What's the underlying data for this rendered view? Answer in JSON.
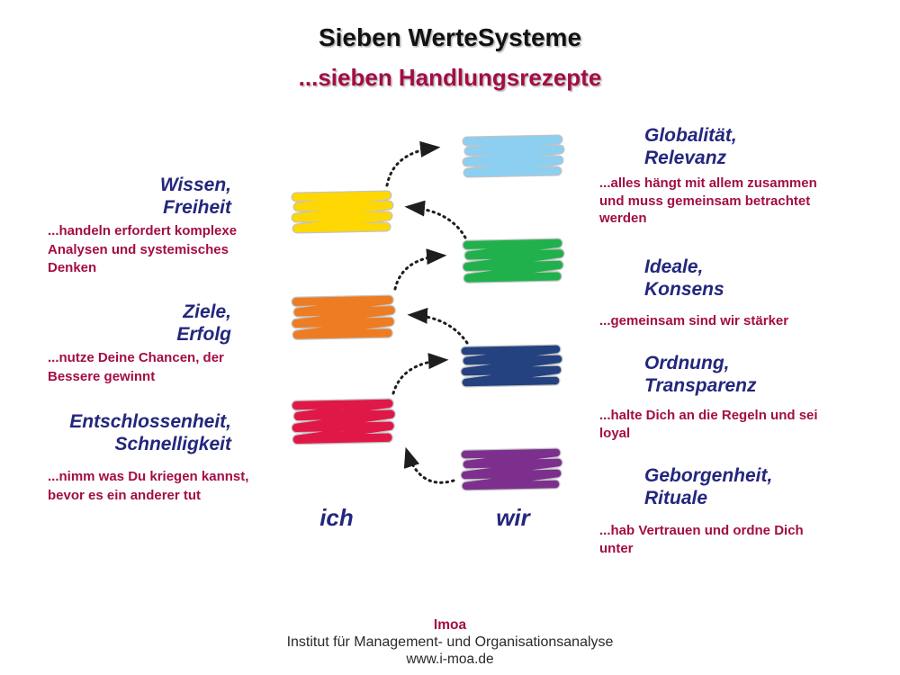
{
  "header": {
    "title": "Sieben WerteSysteme",
    "subtitle": "...sieben Handlungsrezepte"
  },
  "left_items": [
    {
      "title": [
        "Wissen,",
        "Freiheit"
      ],
      "desc": [
        "...handeln erfordert komplexe",
        "Analysen und systemisches",
        "Denken"
      ]
    },
    {
      "title": [
        "Ziele,",
        "Erfolg"
      ],
      "desc": [
        "...nutze Deine Chancen, der",
        "Bessere gewinnt"
      ]
    },
    {
      "title": [
        "Entschlossenheit,",
        "Schnelligkeit"
      ],
      "desc": [
        "...nimm was Du kriegen kannst,",
        "bevor es ein anderer tut"
      ]
    }
  ],
  "right_items": [
    {
      "title": [
        "Globalität,",
        "Relevanz"
      ],
      "desc": [
        "...alles hängt mit allem zusammen",
        "und muss gemeinsam betrachtet",
        "werden"
      ]
    },
    {
      "title": [
        "Ideale,",
        "Konsens"
      ],
      "desc": [
        "...gemeinsam sind wir stärker"
      ]
    },
    {
      "title": [
        "Ordnung,",
        "Transparenz"
      ],
      "desc": [
        "...halte Dich an die Regeln und sei",
        "loyal"
      ]
    },
    {
      "title": [
        "Geborgenheit,",
        "Rituale"
      ],
      "desc": [
        "...hab Vertrauen und ordne Dich",
        "unter"
      ]
    }
  ],
  "diagram": {
    "axis_labels": {
      "left": "ich",
      "right": "wir"
    },
    "bars": [
      {
        "name": "skyblue-bar",
        "color": "#8CCFF1",
        "column": "wir"
      },
      {
        "name": "yellow-bar",
        "color": "#FFD703",
        "column": "ich"
      },
      {
        "name": "green-bar",
        "color": "#21B14C",
        "column": "wir"
      },
      {
        "name": "orange-bar",
        "color": "#EE7C22",
        "column": "ich"
      },
      {
        "name": "blue-bar",
        "color": "#24427F",
        "column": "wir"
      },
      {
        "name": "red-bar",
        "color": "#E01848",
        "column": "ich"
      },
      {
        "name": "purple-bar",
        "color": "#7D2F8E",
        "column": "wir"
      }
    ],
    "arrow_color": "#1e1e1e"
  },
  "footer": {
    "org_short": "Imoa",
    "org_full": "Institut für Management- und Organisationsanalyse",
    "website": "www.i-moa.de"
  },
  "colors": {
    "navy": "#23277D",
    "crimson": "#A30D45",
    "title_black": "#121212"
  }
}
